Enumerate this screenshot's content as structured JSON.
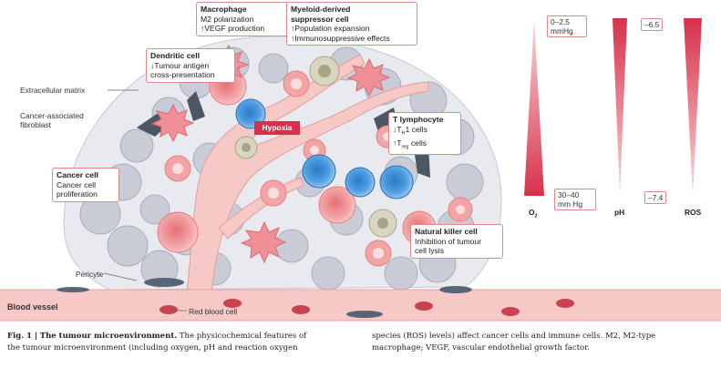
{
  "labels": {
    "extracellular_matrix": "Extracellular matrix",
    "caf_line1": "Cancer-associated",
    "caf_line2": "fibroblast",
    "pericyte": "Pericyte",
    "red_blood_cell": "Red blood cell",
    "blood_vessel": "Blood vessel",
    "hypoxia": "Hypoxia"
  },
  "callouts": {
    "macrophage": {
      "title": "Macrophage",
      "lines": [
        "M2 polarization",
        "↑VEGF production"
      ]
    },
    "mdsc": {
      "title_1": "Myeloid-derived",
      "title_2": "suppressor cell",
      "lines": [
        "↑Population expansion",
        "↑Immunosuppressive effects"
      ]
    },
    "dendritic": {
      "title": "Dendritic cell",
      "lines": [
        "↓Tumour antigen",
        "cross-presentation"
      ]
    },
    "t_lymphocyte": {
      "title": "T lymphocyte",
      "line1_a": "↓T",
      "line1_sub": "H",
      "line1_b": "1 cells",
      "line2_a": "↑T",
      "line2_sub": "reg",
      "line2_b": " cells"
    },
    "cancer_cell": {
      "title": "Cancer cell",
      "lines": [
        "Cancer cell",
        "proliferation"
      ]
    },
    "nk_cell": {
      "title": "Natural killer cell",
      "lines": [
        "Inhibition of tumour",
        "cell lysis"
      ]
    }
  },
  "gradients": {
    "o2": {
      "axis": "O",
      "axis_sub": "2",
      "top": [
        "0–2.5",
        "mmHg"
      ],
      "bottom": [
        "30–40",
        "mm Hg"
      ]
    },
    "ph": {
      "axis": "pH",
      "top": "–6.5",
      "bottom": "–7.4"
    },
    "ros": {
      "axis": "ROS"
    }
  },
  "caption": {
    "fig_label": "Fig. 1 |",
    "fig_title": "The tumour microenvironment.",
    "col1_line1": "The physicochemical features of",
    "col1_line2": "the tumour microenvironment (including oxygen, pH and reaction oxygen",
    "col2_line1": "species (ROS) levels) affect cancer cells and immune cells. M2, M2-type",
    "col2_line2": "macrophage; VEGF, vascular endothelial growth factor."
  },
  "colors": {
    "vessel": "#f6c9c6",
    "cancer_cell": "#f29c9c",
    "t_cell": "#3d8fd6",
    "ecm_cell": "#c9ccd6",
    "fibroblast": "#4e5666",
    "callout_border": "#e08a88",
    "gradient": "#d8304a"
  }
}
